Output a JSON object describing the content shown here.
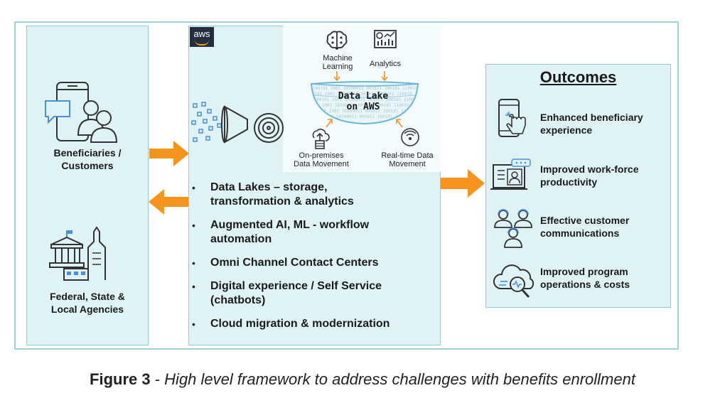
{
  "left": {
    "beneficiaries": [
      "Beneficiaries /",
      "Customers"
    ],
    "agencies": [
      "Federal, State &",
      "Local Agencies"
    ]
  },
  "aws_logo": "aws",
  "lake": {
    "ml": [
      "Machine",
      "Learning"
    ],
    "analytics": "Analytics",
    "title": [
      "Data Lake",
      "on AWS"
    ],
    "onprem": [
      "On-premises",
      "Data Movement"
    ],
    "realtime": [
      "Real-time Data",
      "Movement"
    ],
    "binary_text": "0100101 1001 10100011 001011 100101 110010 10100 1001011 0010010 101 1001 0110"
  },
  "bullets": [
    [
      "Data Lakes – storage,",
      "transformation & analytics"
    ],
    [
      "Augmented AI, ML - workflow",
      "automation"
    ],
    [
      "Omni Channel Contact Centers"
    ],
    [
      "Digital experience / Self Service",
      "(chatbots)"
    ],
    [
      "Cloud migration & modernization"
    ]
  ],
  "outcomes": {
    "title": "Outcomes",
    "items": [
      {
        "lines": [
          "Enhanced beneficiary",
          "experience"
        ],
        "icon": "smartphone-touch-icon"
      },
      {
        "lines": [
          "Improved work-force",
          "productivity"
        ],
        "icon": "workstation-user-icon"
      },
      {
        "lines": [
          "Effective customer",
          "communications"
        ],
        "icon": "support-team-icon"
      },
      {
        "lines": [
          "Improved program",
          "operations & costs"
        ],
        "icon": "cloud-search-icon"
      }
    ]
  },
  "caption": {
    "figure": "Figure 3",
    "separator": " - ",
    "text": "High level framework to address challenges with benefits enrollment"
  },
  "colors": {
    "panel_fill": "#dff3f6",
    "panel_border": "#8fcdd4",
    "arrow": "#f7941d",
    "icon_blue": "#4a90d9",
    "aws_dark": "#232f3e",
    "aws_orange": "#ff9900"
  }
}
